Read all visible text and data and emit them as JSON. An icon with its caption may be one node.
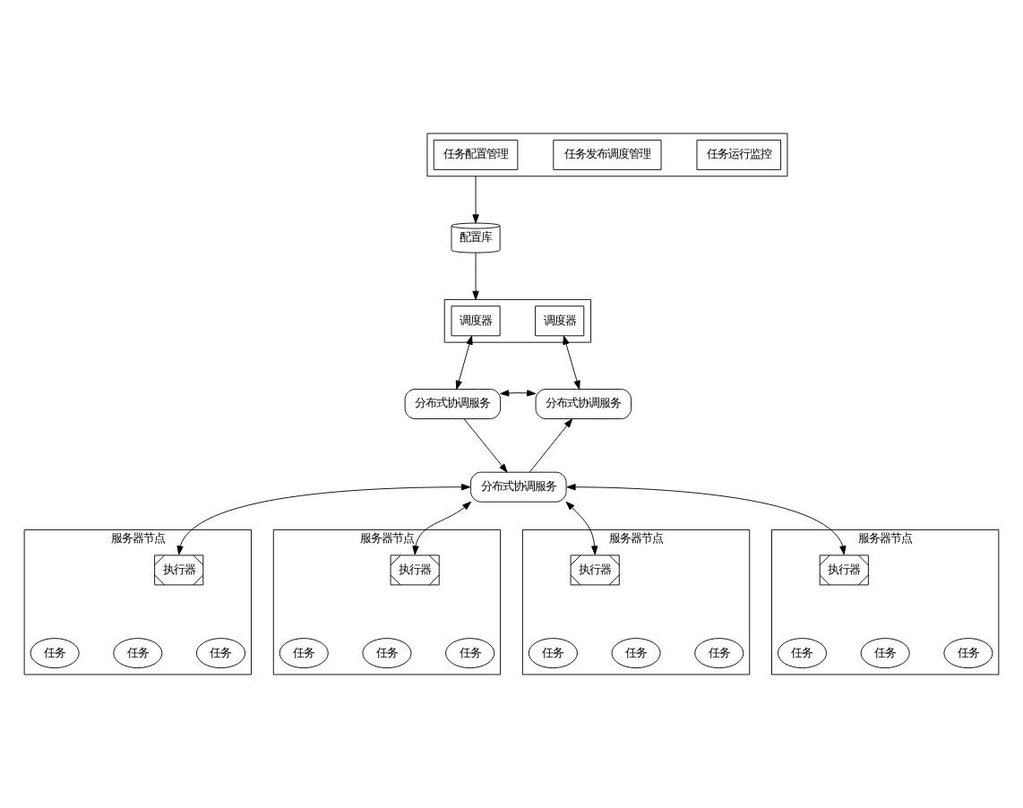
{
  "diagram": {
    "nodes": [
      {
        "text": [],
        "shape": "box"
      },
      {
        "text": [
          "任务配置管理"
        ],
        "in": 0
      },
      {
        "text": [
          "任务发布调度管理"
        ],
        "in": 0
      },
      {
        "text": [
          "任务运行监控"
        ],
        "in": 0
      },
      {
        "text": [
          "配置库"
        ]
      },
      {
        "text": [],
        "shape": "box"
      },
      {
        "text": [
          "调度器"
        ],
        "in": 5
      },
      {
        "text": [
          "调度器"
        ],
        "in": 5
      },
      {
        "text": [
          "分布式协调服务"
        ]
      },
      {
        "text": [
          "分布式协调服务"
        ]
      },
      {
        "text": [
          "分布式协调服务"
        ]
      },
      {
        "text": [
          "服务器节点"
        ]
      },
      {
        "text": [
          "执行器"
        ],
        "in": 11
      },
      {
        "text": [
          "任务"
        ],
        "in": 11
      },
      {
        "text": [
          "任务"
        ],
        "in": 11
      },
      {
        "text": [
          "任务"
        ],
        "in": 11
      },
      {
        "text": [
          "服务器节点"
        ]
      },
      {
        "text": [
          "执行器"
        ],
        "in": 16
      },
      {
        "text": [
          "任务"
        ],
        "in": 16
      },
      {
        "text": [
          "任务"
        ],
        "in": 16
      },
      {
        "text": [
          "任务"
        ],
        "in": 16
      },
      {
        "text": [
          "服务器节点"
        ]
      },
      {
        "text": [
          "执行器"
        ],
        "in": 21
      },
      {
        "text": [
          "任务"
        ],
        "in": 21
      },
      {
        "text": [
          "任务"
        ],
        "in": 21
      },
      {
        "text": [
          "任务"
        ],
        "in": 21
      },
      {
        "text": [
          "服务器节点"
        ]
      },
      {
        "text": [
          "执行器"
        ],
        "in": 26
      },
      {
        "text": [
          "任务"
        ],
        "in": 26
      },
      {
        "text": [
          "任务"
        ],
        "in": 26
      },
      {
        "text": [
          "任务"
        ],
        "in": 26
      }
    ],
    "edges": [
      {
        "from": 0,
        "to": 4,
        "arrow": "to"
      },
      {
        "from": 4,
        "to": 5,
        "arrow": "to"
      },
      {
        "from": 6,
        "to": 8,
        "arrow": "both"
      },
      {
        "from": 7,
        "to": 9,
        "arrow": "both"
      },
      {
        "from": 8,
        "to": 9,
        "arrow": "both"
      },
      {
        "from": 8,
        "to": 10,
        "arrow": "to"
      },
      {
        "from": 10,
        "to": 9,
        "arrow": "to"
      },
      {
        "from": 10,
        "to": 12,
        "arrow": "both"
      },
      {
        "from": 10,
        "to": 17,
        "arrow": "both"
      },
      {
        "from": 10,
        "to": 22,
        "arrow": "both"
      },
      {
        "from": 10,
        "to": 27,
        "arrow": "both"
      }
    ]
  }
}
